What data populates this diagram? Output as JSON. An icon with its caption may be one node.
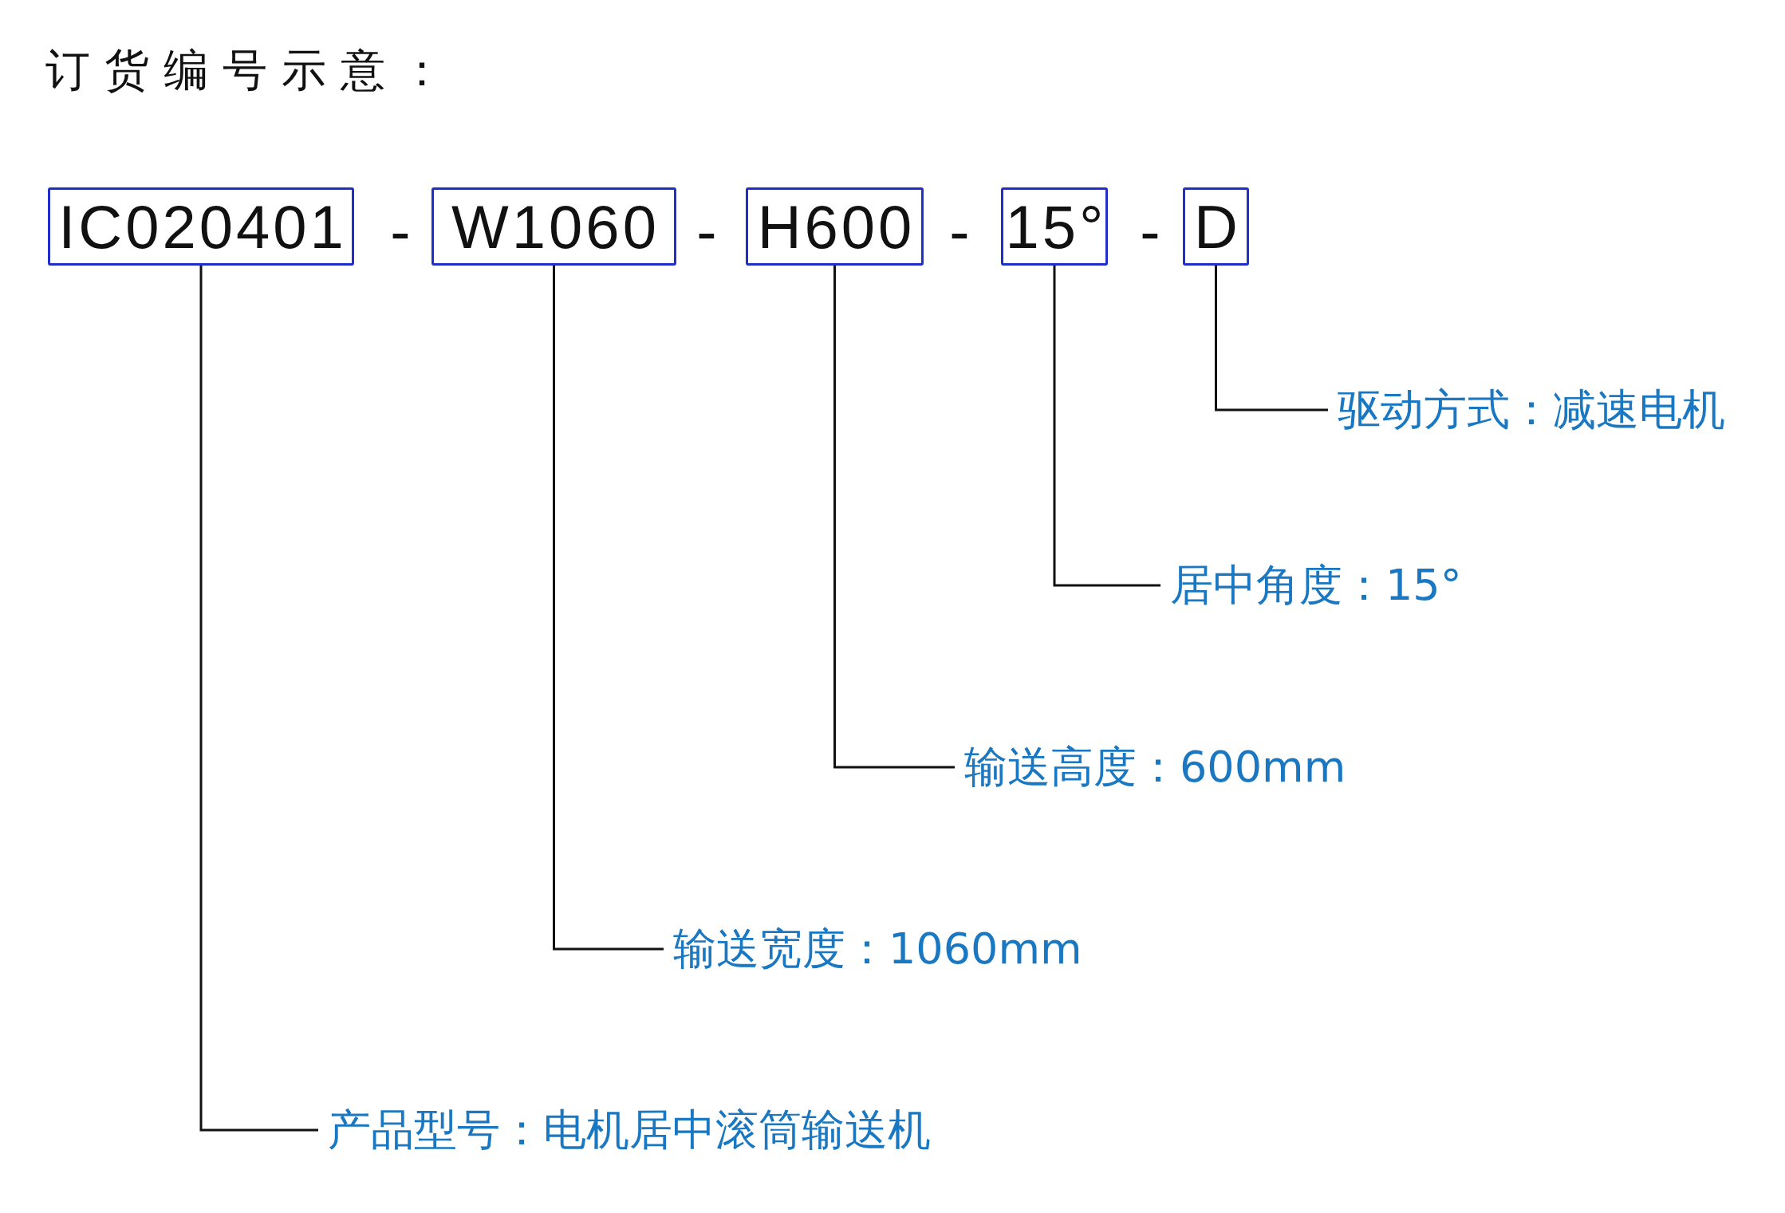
{
  "diagram": {
    "title": "订货编号示意：",
    "nodes": [
      {
        "text": [
          "IC020401"
        ]
      },
      {
        "text": [
          "W1060"
        ]
      },
      {
        "text": [
          "H600"
        ]
      },
      {
        "text": [
          "15°"
        ]
      },
      {
        "text": [
          "D"
        ]
      },
      {
        "text": [
          "驱动方式：减速电机"
        ]
      },
      {
        "text": [
          "居中角度：15°"
        ]
      },
      {
        "text": [
          "输送高度：600mm"
        ]
      },
      {
        "text": [
          "输送宽度：1060mm"
        ]
      },
      {
        "text": [
          "产品型号：电机居中滚筒输送机"
        ]
      }
    ],
    "edges": [
      {
        "from": 5,
        "to": 4,
        "arrow": "none"
      },
      {
        "from": 6,
        "to": 3,
        "arrow": "none"
      },
      {
        "from": 7,
        "to": 2,
        "arrow": "none"
      },
      {
        "from": 8,
        "to": 1,
        "arrow": "none"
      },
      {
        "from": 9,
        "to": 0,
        "arrow": "none"
      }
    ],
    "labels": [
      "-",
      "-",
      "-",
      "-"
    ]
  }
}
